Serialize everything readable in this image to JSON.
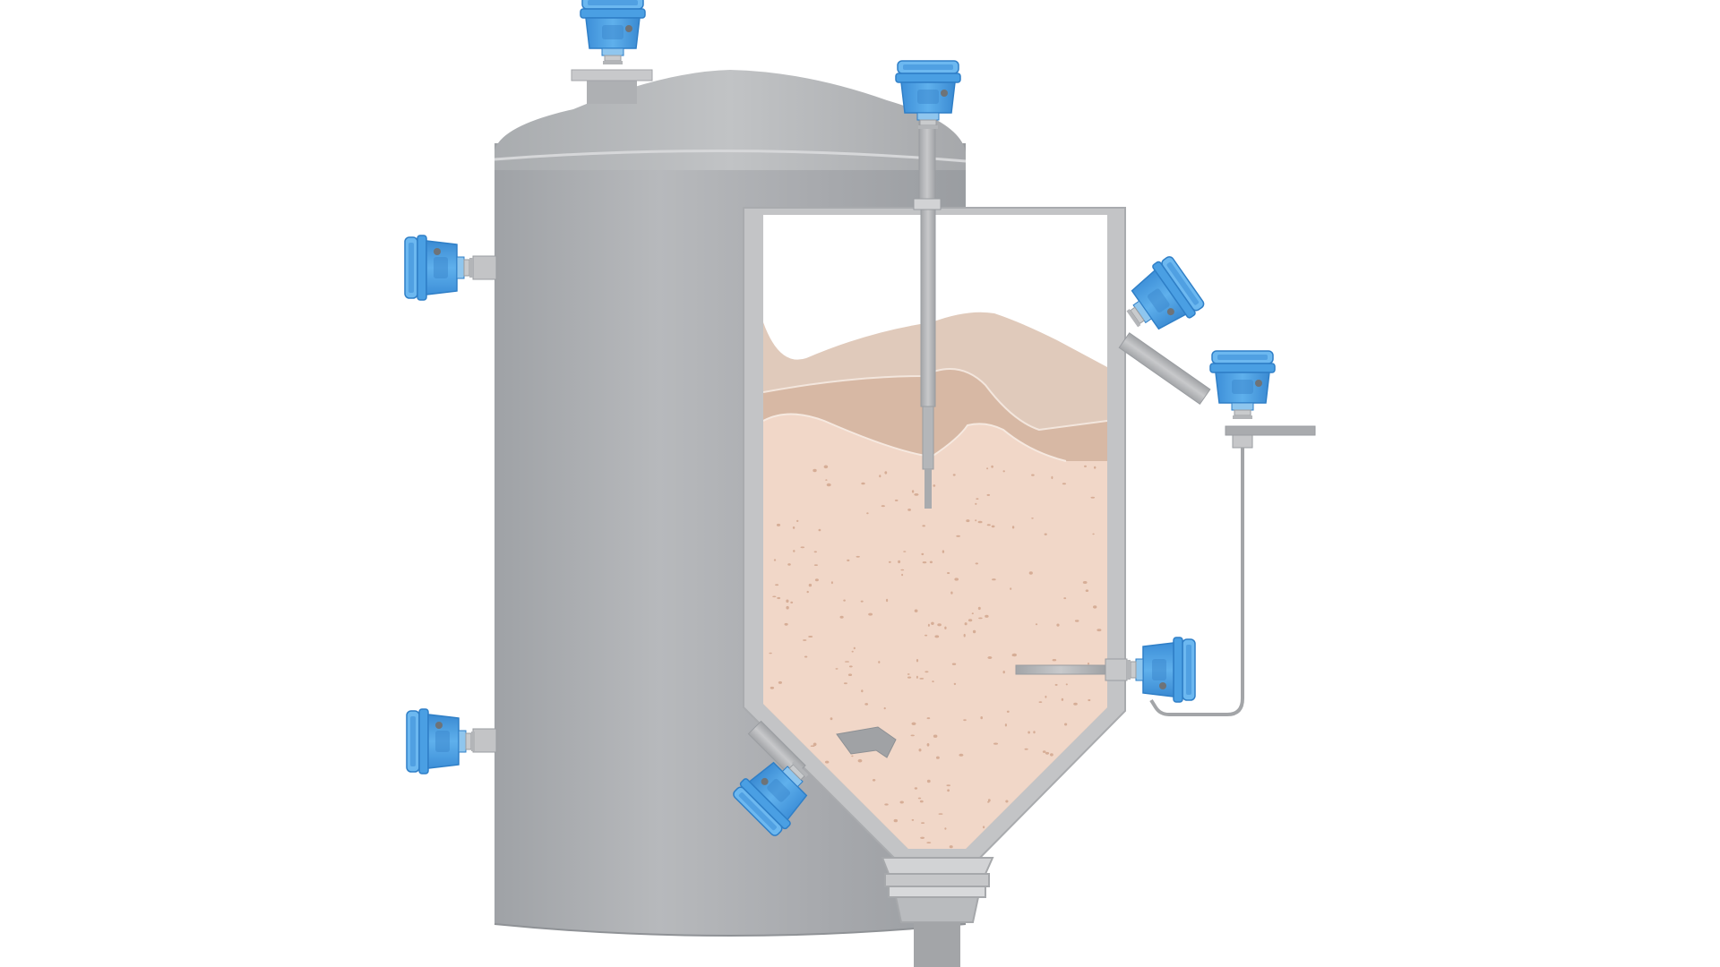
{
  "diagram": {
    "subject": "silo-with-level-sensors",
    "colors": {
      "background": "#ffffff",
      "vessel_dark": "#9ea1a5",
      "vessel_light": "#b9bbbe",
      "vessel_highlight": "#d6d7d9",
      "wall": "#c3c4c6",
      "wall_edge": "#a9abae",
      "sensor_blue": "#4a9fe3",
      "sensor_blue_dark": "#2f7fc7",
      "sensor_blue_light": "#7ec0f2",
      "material_top": "#dcc6b7",
      "material_mid": "#d9b7a2",
      "material_bulk": "#f0d6c7",
      "material_speck": "#d9b19b"
    },
    "sensors": [
      {
        "name": "top-nozzle-sensor-icon",
        "mount": "roof-nozzle"
      },
      {
        "name": "vertical-rod-probe-icon",
        "mount": "roof-center"
      },
      {
        "name": "left-upper-side-sensor-icon",
        "mount": "outer-wall"
      },
      {
        "name": "left-lower-side-sensor-icon",
        "mount": "outer-wall"
      },
      {
        "name": "angled-rod-probe-icon",
        "mount": "inner-upper-right-wall"
      },
      {
        "name": "remote-sensor-icon",
        "mount": "external-bracket"
      },
      {
        "name": "horizontal-rod-probe-icon",
        "mount": "inner-lower-right-wall"
      },
      {
        "name": "cone-paddle-sensor-icon",
        "mount": "cone-left-wall"
      }
    ]
  }
}
